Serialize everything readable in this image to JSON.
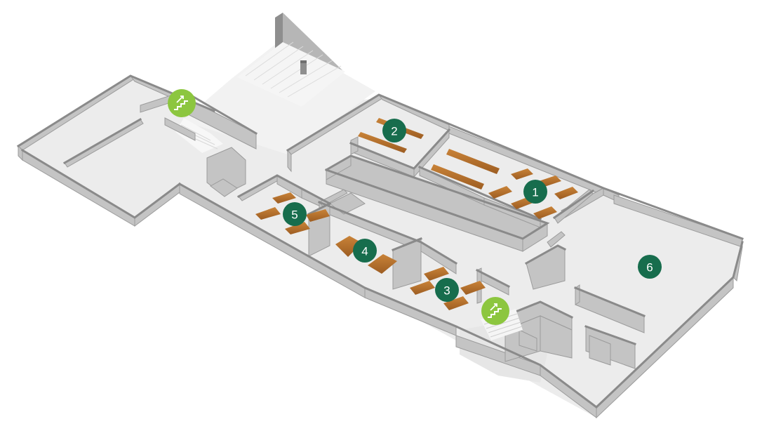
{
  "map": {
    "room_markers": [
      {
        "id": "room-1",
        "label": "1"
      },
      {
        "id": "room-2",
        "label": "2"
      },
      {
        "id": "room-3",
        "label": "3"
      },
      {
        "id": "room-4",
        "label": "4"
      },
      {
        "id": "room-5",
        "label": "5"
      },
      {
        "id": "room-6",
        "label": "6"
      }
    ],
    "stairs_markers": [
      {
        "id": "stairs-upper",
        "icon": "stairs-up-icon"
      },
      {
        "id": "stairs-lower",
        "icon": "stairs-up-icon"
      }
    ],
    "colors": {
      "room_marker": "#176d4d",
      "stairs_marker": "#8cc63f",
      "floor": "#ececec",
      "wall_top": "#9b9b9b",
      "wall_side": "#c4c4c4",
      "bench": "#b7702b"
    }
  }
}
